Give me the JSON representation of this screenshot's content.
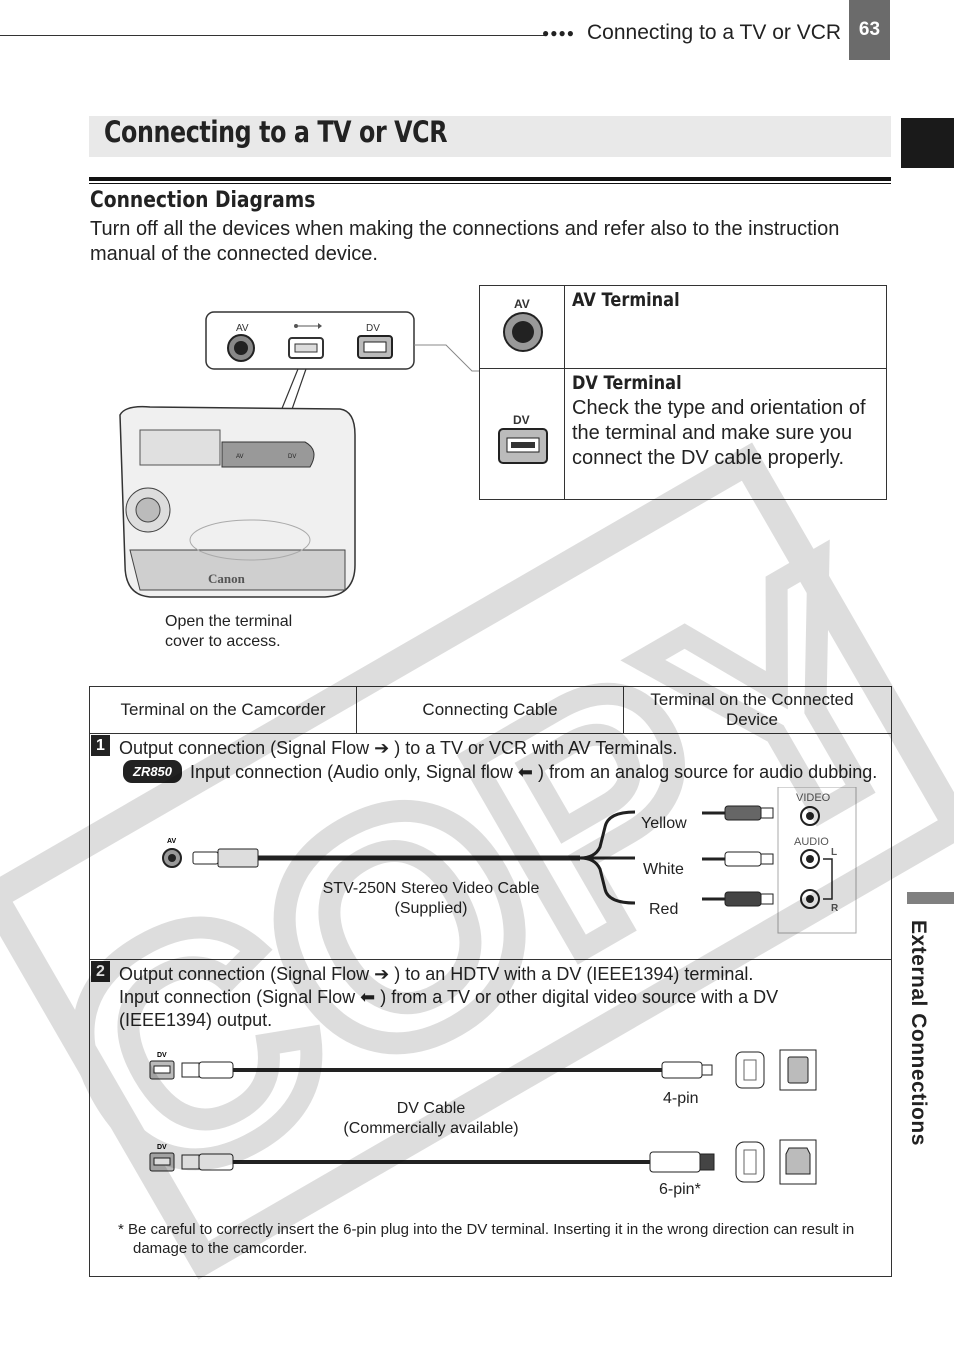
{
  "header": {
    "dots": "●●●●",
    "section_title": "Connecting to a TV or VCR",
    "page_number": "63"
  },
  "side_tab": {
    "label": "External Connections"
  },
  "title": "Connecting to a TV or VCR",
  "subheading": "Connection Diagrams",
  "intro": "Turn off all the devices when making the connections and refer also to the instruction manual of the connected device.",
  "camcorder_panel": {
    "av_label": "AV",
    "dv_label": "DV",
    "caption_line1": "Open the terminal",
    "caption_line2": "cover to access.",
    "brand": "Canon"
  },
  "terminal_table": {
    "av": {
      "icon_label": "AV",
      "heading": "AV Terminal",
      "desc": ""
    },
    "dv": {
      "icon_label": "DV",
      "heading": "DV Terminal",
      "desc": "Check the type and orientation of the terminal and make sure you connect the DV cable properly."
    }
  },
  "connection_table": {
    "headers": [
      "Terminal on the Camcorder",
      "Connecting Cable",
      "Terminal on the Connected Device"
    ],
    "row1": {
      "number": "1",
      "line1": "Output connection (Signal Flow",
      "line1b": ") to a TV or VCR with AV Terminals.",
      "model_badge": "ZR850",
      "line2": "Input connection (Audio only, Signal flow",
      "line2b": ") from an analog source for audio dubbing.",
      "camcorder_label": "AV",
      "cable_name": "STV-250N Stereo Video Cable",
      "cable_note": "(Supplied)",
      "plugs": [
        "Yellow",
        "White",
        "Red"
      ],
      "jack_video": "VIDEO",
      "jack_audio": "AUDIO",
      "jack_l": "L",
      "jack_r": "R"
    },
    "row2": {
      "number": "2",
      "line1": "Output connection (Signal Flow",
      "line1b": ") to an HDTV with a DV (IEEE1394) terminal.",
      "line2": "Input connection (Signal Flow",
      "line2b": ") from a TV or other digital video source with a DV (IEEE1394) output.",
      "camcorder_label": "DV",
      "cable_name": "DV Cable",
      "cable_note": "(Commercially available)",
      "pin4": "4-pin",
      "pin6": "6-pin*"
    },
    "footnote": "* Be careful to correctly insert the 6-pin plug into the DV terminal. Inserting it in the wrong direction can result in damage to the camcorder."
  },
  "watermark": "COPY"
}
